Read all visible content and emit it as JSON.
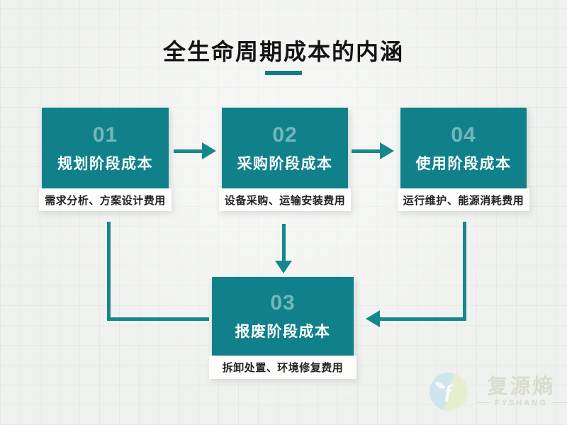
{
  "page": {
    "title": "全生命周期成本的内涵"
  },
  "nodes": [
    {
      "number": "01",
      "title": "规划阶段成本",
      "caption": "需求分析、方案设计费用"
    },
    {
      "number": "02",
      "title": "采购阶段成本",
      "caption": "设备采购、运输安装费用"
    },
    {
      "number": "04",
      "title": "使用阶段成本",
      "caption": "运行维护、能源消耗费用"
    },
    {
      "number": "03",
      "title": "报废阶段成本",
      "caption": "拆卸处置、环境修复费用"
    }
  ],
  "flows": [
    {
      "from": "01",
      "to": "02",
      "type": "arrow-right"
    },
    {
      "from": "02",
      "to": "04",
      "type": "arrow-right"
    },
    {
      "from": "02",
      "to": "03",
      "type": "arrow-down"
    },
    {
      "from": "04",
      "to": "03",
      "type": "elbow-arrow-left"
    },
    {
      "from": "03",
      "to": "01",
      "type": "elbow-line"
    }
  ],
  "watermark": {
    "brand": "复源熵",
    "latin": "FYSHANG",
    "icon_glyph": "ƒ"
  },
  "colors": {
    "node_teal": "#10818A",
    "arrow_teal": "#17868E",
    "title_text": "#141414",
    "caption_text": "#232326",
    "number_text": "rgba(255,255,255,0.42)",
    "background": "#EFF1EE",
    "caption_background": "#FDFDFC"
  }
}
